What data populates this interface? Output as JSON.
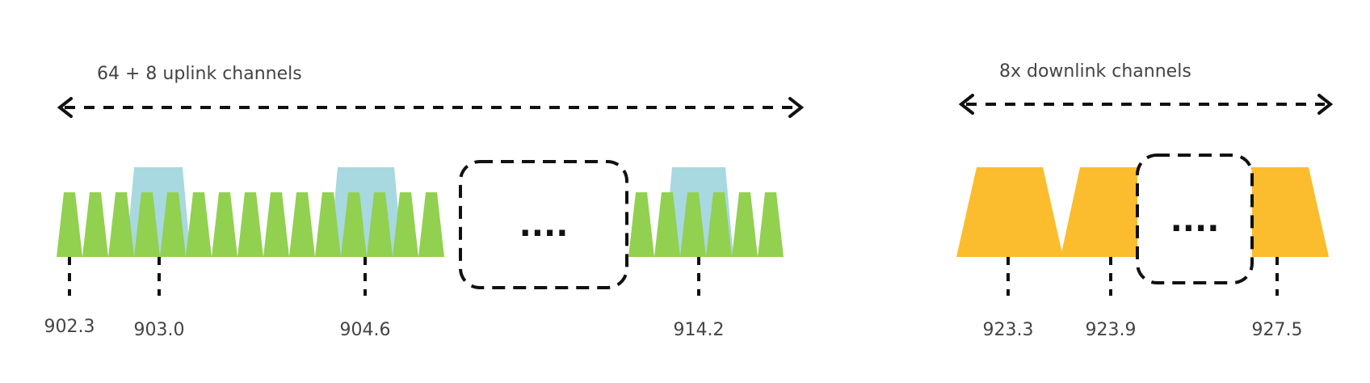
{
  "uplink": {
    "title": "64 + 8  uplink channels",
    "ellipsis": "....",
    "frequencies": [
      "902.3",
      "903.0",
      "904.6",
      "914.2"
    ],
    "colors": {
      "narrow": "#92d050",
      "wide": "#a8d8e0"
    }
  },
  "downlink": {
    "title": "8x downlink channels",
    "ellipsis": "....",
    "frequencies": [
      "923.3",
      "923.9",
      "927.5"
    ],
    "colors": {
      "channel": "#fbbc2d"
    }
  }
}
